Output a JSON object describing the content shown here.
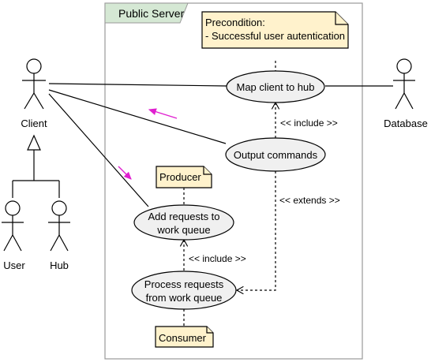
{
  "boundary": {
    "title": "Public Server"
  },
  "actors": {
    "client": "Client",
    "user": "User",
    "hub": "Hub",
    "database": "Database"
  },
  "usecases": {
    "map": "Map client to hub",
    "output": "Output commands",
    "add_line1": "Add requests to",
    "add_line2": "work queue",
    "process_line1": "Process requests",
    "process_line2": "from work queue"
  },
  "notes": {
    "precondition_line1": "Precondition:",
    "precondition_line2": "- Successful user autentication",
    "producer": "Producer",
    "consumer": "Consumer"
  },
  "relations": {
    "include_top": "<< include >>",
    "extends": "<< extends >>",
    "include_bottom": "<< include >>"
  },
  "colors": {
    "usecase_fill": "#f0f0f0",
    "note_fill": "#fff2cc",
    "boundary_tab": "#d5e8d4",
    "direction_arrow": "#e020d0"
  }
}
